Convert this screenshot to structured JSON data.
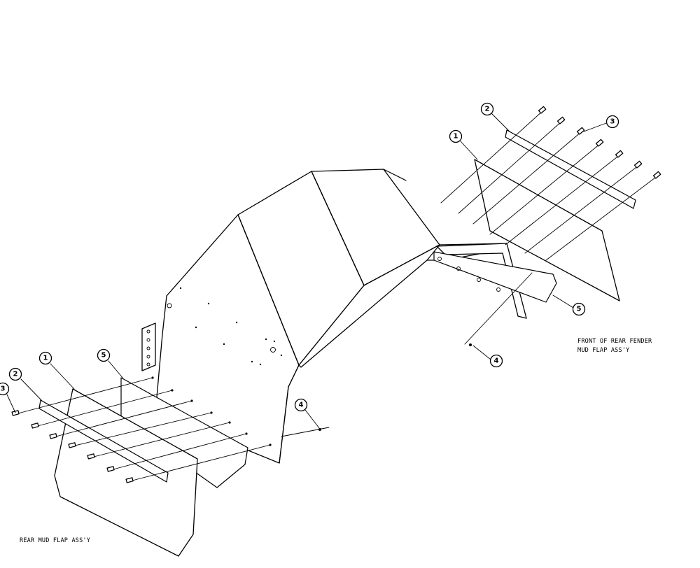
{
  "callouts": {
    "front": [
      {
        "id": "front-callout-2",
        "label": "2"
      },
      {
        "id": "front-callout-3",
        "label": "3"
      },
      {
        "id": "front-callout-1",
        "label": "1"
      },
      {
        "id": "front-callout-5",
        "label": "5"
      },
      {
        "id": "front-callout-4",
        "label": "4"
      }
    ],
    "rear": [
      {
        "id": "rear-callout-1",
        "label": "1"
      },
      {
        "id": "rear-callout-5",
        "label": "5"
      },
      {
        "id": "rear-callout-2",
        "label": "2"
      },
      {
        "id": "rear-callout-3",
        "label": "3"
      },
      {
        "id": "rear-callout-4",
        "label": "4"
      }
    ]
  },
  "notes": {
    "front_line1": "FRONT OF REAR FENDER",
    "front_line2": "MUD FLAP ASS'Y",
    "rear": "REAR MUD FLAP ASS'Y"
  }
}
